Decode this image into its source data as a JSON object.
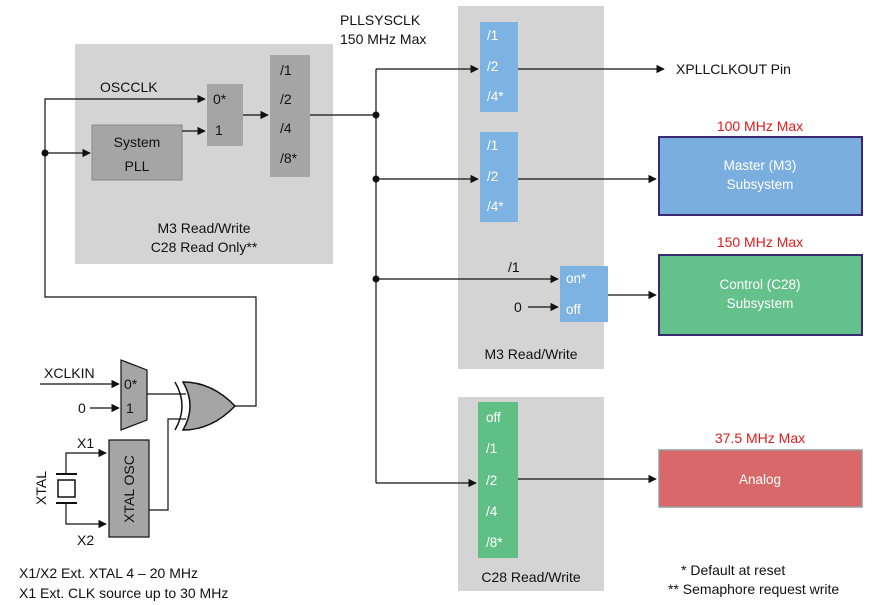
{
  "labels": {
    "osc_clk": "OSCCLK",
    "pll_line1": "System",
    "pll_line2": "PLL",
    "pll_mux_in0": "0*",
    "pll_mux_in1": "1",
    "div_opts": [
      "/1",
      "/2",
      "/4",
      "/8*"
    ],
    "pll_region_line1": "M3 Read/Write",
    "pll_region_line2": "C28 Read Only**",
    "pllsysclk_line1": "PLLSYSCLK",
    "pllsysclk_line2": "150 MHz Max",
    "xpll_div_opts": [
      "/1",
      "/2",
      "/4*"
    ],
    "xpllclkout": "XPLLCLKOUT Pin",
    "m3_div_opts": [
      "/1",
      "/2",
      "/4*"
    ],
    "m3_freq": "100 MHz Max",
    "m3_line1": "Master (M3)",
    "m3_line2": "Subsystem",
    "c28_gate_in1": "/1",
    "c28_gate_in0": "0",
    "c28_gate_opts": [
      "on*",
      "off"
    ],
    "c28_freq": "150 MHz Max",
    "c28_line1": "Control (C28)",
    "c28_line2": "Subsystem",
    "m3_region": "M3 Read/Write",
    "analog_div_opts": [
      "off",
      "/1",
      "/2",
      "/4",
      "/8*"
    ],
    "analog_freq": "37.5 MHz Max",
    "analog": "Analog",
    "c28_region": "C28 Read/Write",
    "xclkin": "XCLKIN",
    "xclk_mux_in1": "0",
    "xclk_mux_opt0": "0*",
    "xclk_mux_opt1": "1",
    "x1": "X1",
    "x2": "X2",
    "xtal": "XTAL",
    "xtal_osc": "XTAL OSC",
    "note_xtal": "X1/X2 Ext. XTAL 4  – 20 MHz",
    "note_clk": "X1 Ext. CLK source up to 30 MHz",
    "note_default": "* Default at reset",
    "note_semaphore": "** Semaphore  request write"
  },
  "colors": {
    "region_gray": "#d4d4d4",
    "block_gray": "#a5a5a5",
    "div_blue": "#7cb3e3",
    "div_green": "#5fbf85",
    "master_blue": "#7aaede",
    "control_green": "#65c18b",
    "analog_red": "#d9686a",
    "border_purple": "#3a2a6e",
    "freq_red": "#e01b1b"
  }
}
